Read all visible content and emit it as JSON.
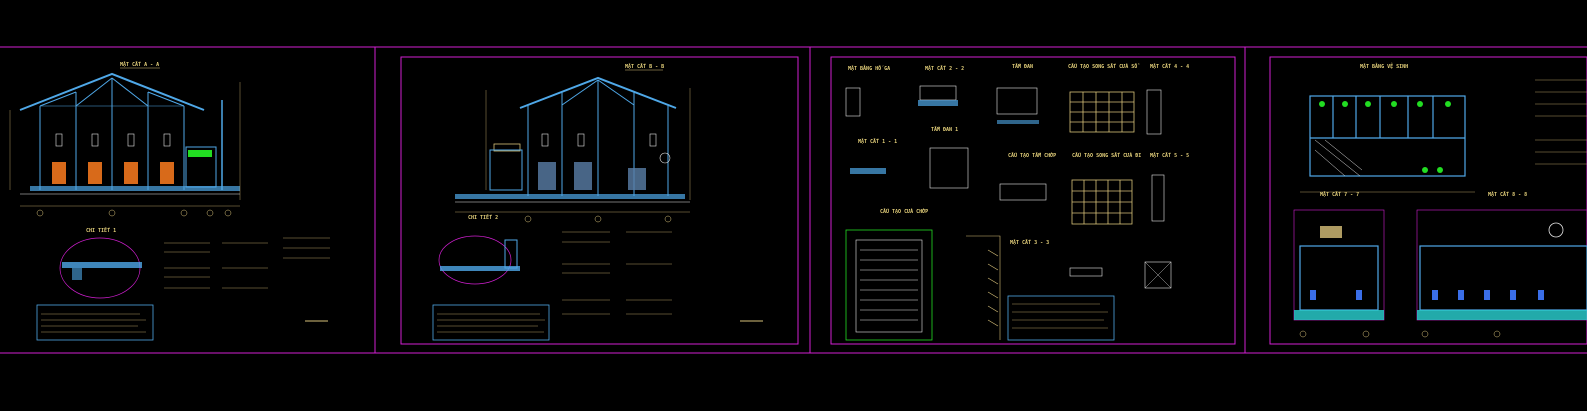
{
  "drawing": {
    "sheets": [
      {
        "id": "sheet-1",
        "title": "MẶT CẮT A - A",
        "detail_title": "CHI TIẾT 1"
      },
      {
        "id": "sheet-2",
        "title": "MẶT CẮT B - B",
        "detail_title": "CHI TIẾT 2"
      },
      {
        "id": "sheet-3",
        "title": "MẶT BẰNG HỐ GA",
        "sub_titles": [
          "MẶT CẮT 2 - 2",
          "TẤM ĐAN",
          "CẤU TẠO SONG SẮT CỬA SỔ",
          "MẶT CẮT 4 - 4",
          "MẶT CẮT 1 - 1",
          "TẤM ĐAN 1",
          "CẤU TẠO TẤM CHỚP",
          "CẤU TẠO SONG SẮT CỬA ĐI",
          "MẶT CẮT 5 - 5",
          "CẤU TẠO CỬA CHỚP",
          "MẶT CẮT 3 - 3"
        ]
      },
      {
        "id": "sheet-4",
        "title": "MẶT BẰNG VỆ SINH",
        "sub_titles": [
          "MẶT CẮT 7 - 7",
          "MẶT CẮT 8 - 8"
        ]
      }
    ],
    "colors": {
      "background": "#000000",
      "sheet_border": "#d21fd2",
      "structure": "#4fa8e8",
      "text": "#d9c27a",
      "fill_green": "#22dd22",
      "fill_orange": "#d86a1a",
      "white_line": "#e6e6e6"
    }
  }
}
